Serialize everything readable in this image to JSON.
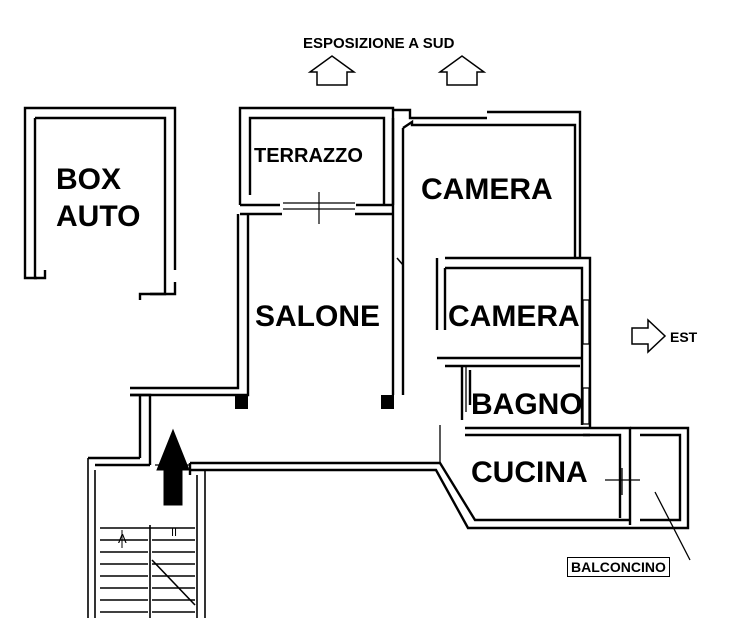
{
  "orientation": {
    "south_exposure": "ESPOSIZIONE A SUD",
    "east": "EST"
  },
  "rooms": {
    "box_auto_line1": "BOX",
    "box_auto_line2": "AUTO",
    "terrazzo": "TERRAZZO",
    "camera_1": "CAMERA",
    "camera_2": "CAMERA",
    "salone": "SALONE",
    "bagno": "BAGNO",
    "cucina": "CUCINA",
    "balconcino": "BALCONCINO"
  },
  "stair_marks": {
    "left": "A",
    "right": "II"
  },
  "colors": {
    "ink": "#000000",
    "paper": "#ffffff"
  },
  "icons": [
    "north-arrow-icon",
    "east-arrow-icon",
    "entrance-arrow-icon"
  ]
}
